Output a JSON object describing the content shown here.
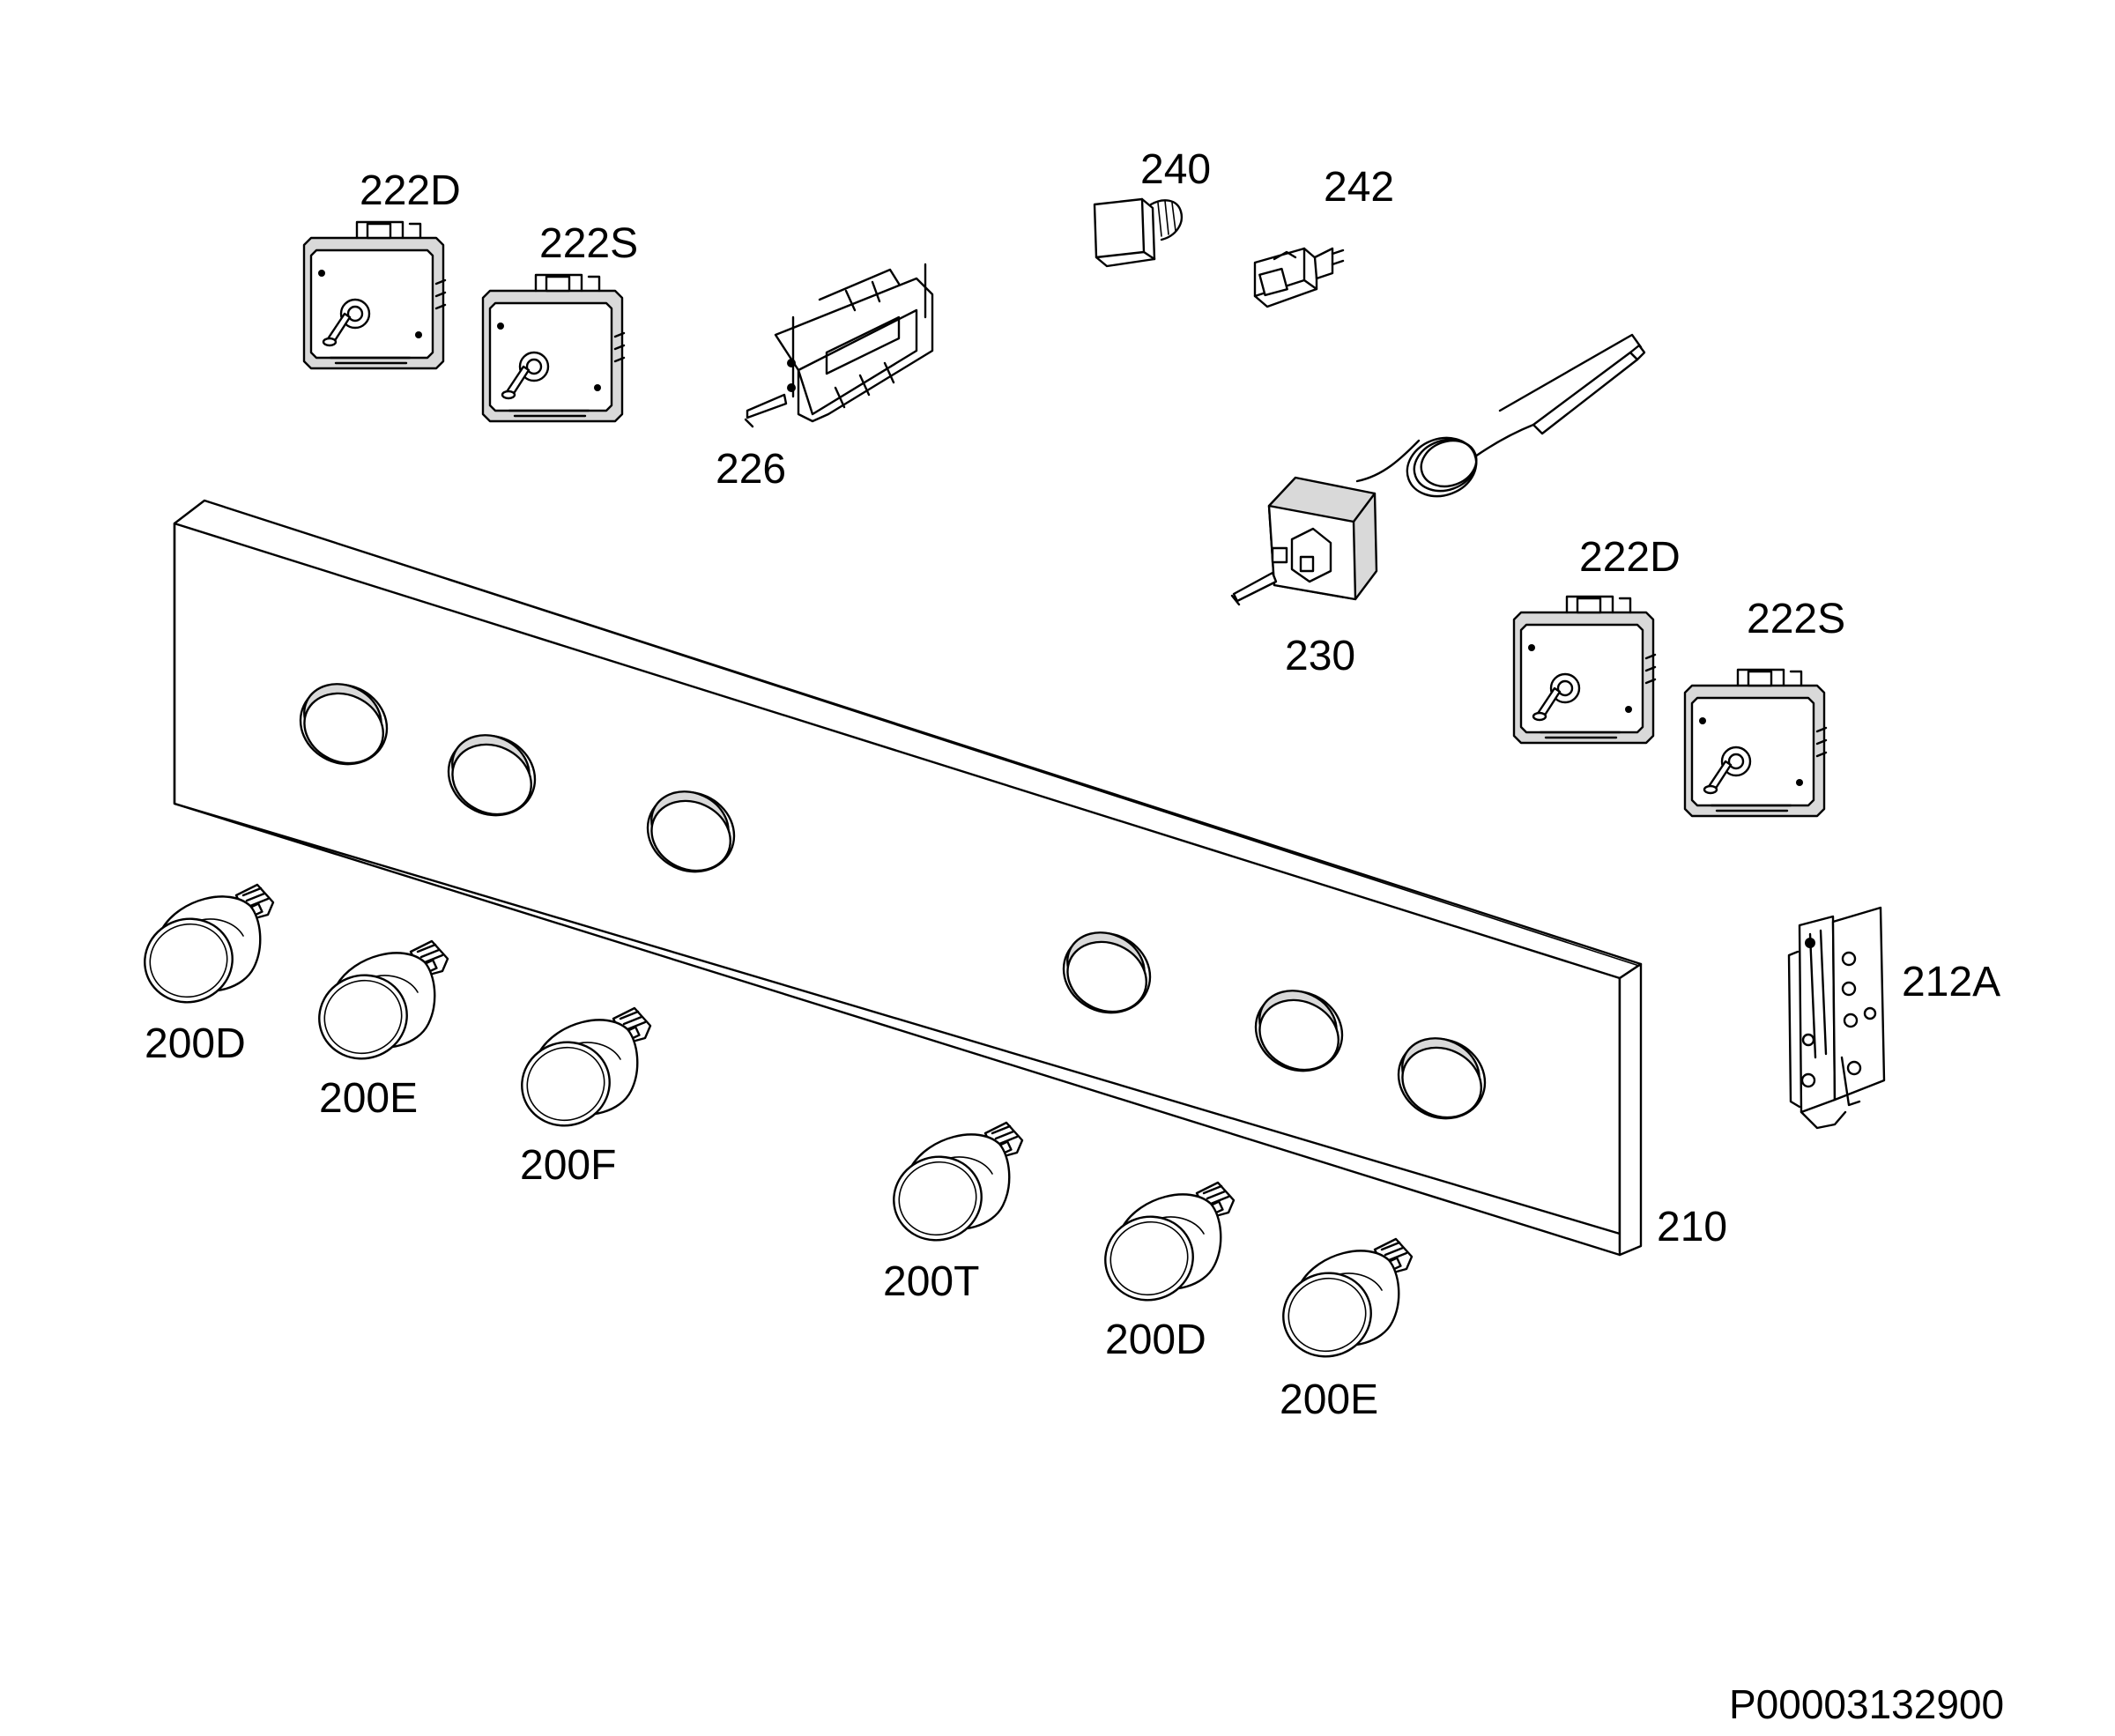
{
  "labels": {
    "switch_222d_top": "222D",
    "switch_222s_top": "222S",
    "selector_226": "226",
    "light_240": "240",
    "lamp_holder_242": "242",
    "thermostat_230": "230",
    "switch_222d_right": "222D",
    "switch_222s_right": "222S",
    "bracket_212a": "212A",
    "panel_210": "210",
    "knob_200d_left": "200D",
    "knob_200e_left": "200E",
    "knob_200f": "200F",
    "knob_200t": "200T",
    "knob_200d_right": "200D",
    "knob_200e_right": "200E"
  },
  "reference_code": "P00003132900",
  "colors": {
    "line": "#000000",
    "background": "#ffffff",
    "shade": "#d9d9d9"
  }
}
